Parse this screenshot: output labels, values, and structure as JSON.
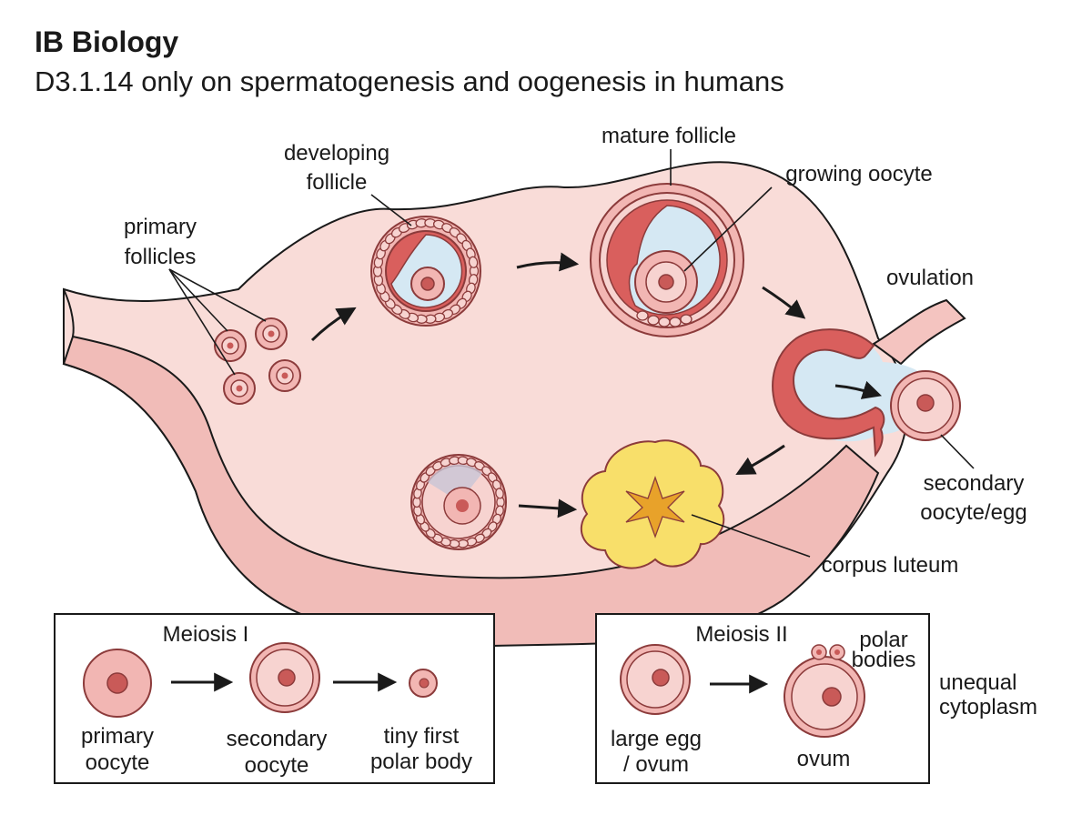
{
  "header": {
    "title": "IB Biology",
    "subtitle": "D3.1.14 only on spermatogenesis and oogenesis in humans"
  },
  "ovary": {
    "labels": {
      "primary_follicles": [
        "primary",
        "follicles"
      ],
      "developing_follicle": [
        "developing",
        "follicle"
      ],
      "mature_follicle": "mature follicle",
      "growing_oocyte": "growing oocyte",
      "ovulation": "ovulation",
      "secondary_oocyte": [
        "secondary",
        "oocyte/egg"
      ],
      "corpus_luteum": "corpus luteum"
    }
  },
  "meiosis_1": {
    "heading": "Meiosis I",
    "cells": [
      [
        "primary",
        "oocyte"
      ],
      [
        "secondary",
        "oocyte"
      ],
      [
        "tiny first",
        "polar body"
      ]
    ]
  },
  "meiosis_2": {
    "heading": "Meiosis II",
    "polar_bodies": [
      "polar",
      "bodies"
    ],
    "start_cell": [
      "large egg",
      "/ ovum"
    ],
    "end_cell": "ovum"
  },
  "side_note": [
    "unequal",
    "cytoplasm"
  ],
  "colors": {
    "tissue": "#f9dcd8",
    "tissue_edge": "#e8a5a3",
    "cell_fill": "#f2b6b3",
    "cell_stroke": "#8c3b3b",
    "fluid": "#d5e8f3",
    "corpus_luteum": "#f8df6a"
  }
}
